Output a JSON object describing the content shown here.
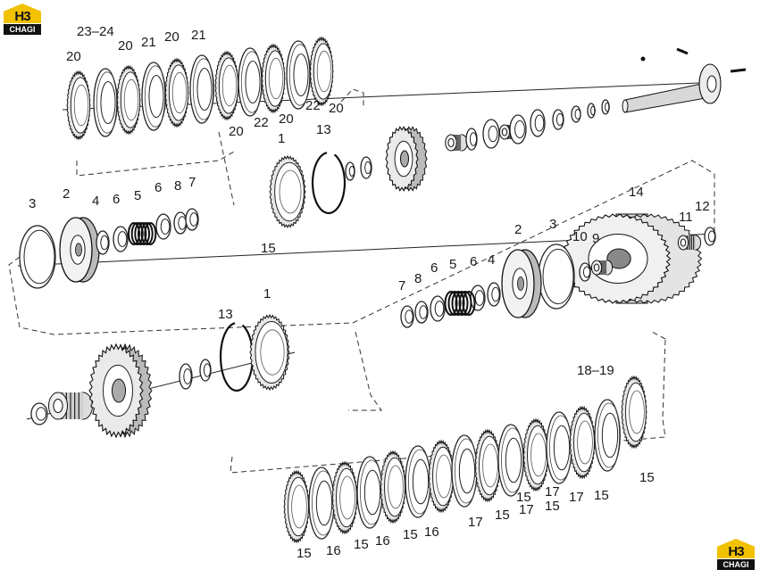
{
  "logo": {
    "mark": "H3",
    "word": "CHAGI"
  },
  "labels": [
    {
      "id": "p20a",
      "text": "20"
    },
    {
      "id": "p2324",
      "text": "23–24"
    },
    {
      "id": "p20b",
      "text": "20"
    },
    {
      "id": "p21a",
      "text": "21"
    },
    {
      "id": "p20c",
      "text": "20"
    },
    {
      "id": "p21b",
      "text": "21"
    },
    {
      "id": "p20d",
      "text": "20"
    },
    {
      "id": "p22a",
      "text": "22"
    },
    {
      "id": "p20e",
      "text": "20"
    },
    {
      "id": "p22b",
      "text": "22"
    },
    {
      "id": "p20f",
      "text": "20"
    },
    {
      "id": "p1a",
      "text": "1"
    },
    {
      "id": "p13a",
      "text": "13"
    },
    {
      "id": "p3a",
      "text": "3"
    },
    {
      "id": "p2a",
      "text": "2"
    },
    {
      "id": "p4a",
      "text": "4"
    },
    {
      "id": "p6a",
      "text": "6"
    },
    {
      "id": "p5a",
      "text": "5"
    },
    {
      "id": "p6b",
      "text": "6"
    },
    {
      "id": "p8a",
      "text": "8"
    },
    {
      "id": "p7a",
      "text": "7"
    },
    {
      "id": "p15a",
      "text": "15"
    },
    {
      "id": "p14",
      "text": "14"
    },
    {
      "id": "p11",
      "text": "11"
    },
    {
      "id": "p12",
      "text": "12"
    },
    {
      "id": "p10",
      "text": "10"
    },
    {
      "id": "p9",
      "text": "9"
    },
    {
      "id": "p2b",
      "text": "2"
    },
    {
      "id": "p3b",
      "text": "3"
    },
    {
      "id": "p4b",
      "text": "4"
    },
    {
      "id": "p6c",
      "text": "6"
    },
    {
      "id": "p5b",
      "text": "5"
    },
    {
      "id": "p6d",
      "text": "6"
    },
    {
      "id": "p8b",
      "text": "8"
    },
    {
      "id": "p7b",
      "text": "7"
    },
    {
      "id": "p13b",
      "text": "13"
    },
    {
      "id": "p1b",
      "text": "1"
    },
    {
      "id": "p1819",
      "text": "18–19"
    },
    {
      "id": "p15b",
      "text": "15"
    },
    {
      "id": "p15c",
      "text": "15"
    },
    {
      "id": "p17a",
      "text": "17"
    },
    {
      "id": "p15d",
      "text": "15"
    },
    {
      "id": "p17b",
      "text": "17"
    },
    {
      "id": "p15e",
      "text": "15"
    },
    {
      "id": "p17c",
      "text": "17"
    },
    {
      "id": "p17d",
      "text": "17"
    },
    {
      "id": "p15f",
      "text": "15"
    },
    {
      "id": "p15g",
      "text": "15"
    },
    {
      "id": "p16a",
      "text": "16"
    },
    {
      "id": "p15h",
      "text": "15"
    },
    {
      "id": "p16b",
      "text": "16"
    },
    {
      "id": "p15i",
      "text": "15"
    },
    {
      "id": "p16c",
      "text": "16"
    }
  ]
}
